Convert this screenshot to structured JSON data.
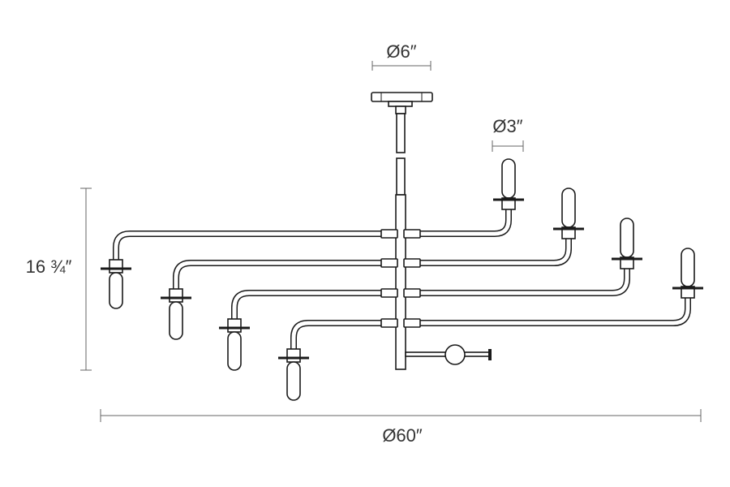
{
  "dimensions": {
    "canopy_diameter": "Ø6″",
    "bulb_diameter": "Ø3″",
    "overall_height": "16 ¾″",
    "overall_diameter": "Ø60″"
  },
  "colors": {
    "line": "#1a1a1a",
    "dimension": "#666666",
    "text": "#333333"
  }
}
